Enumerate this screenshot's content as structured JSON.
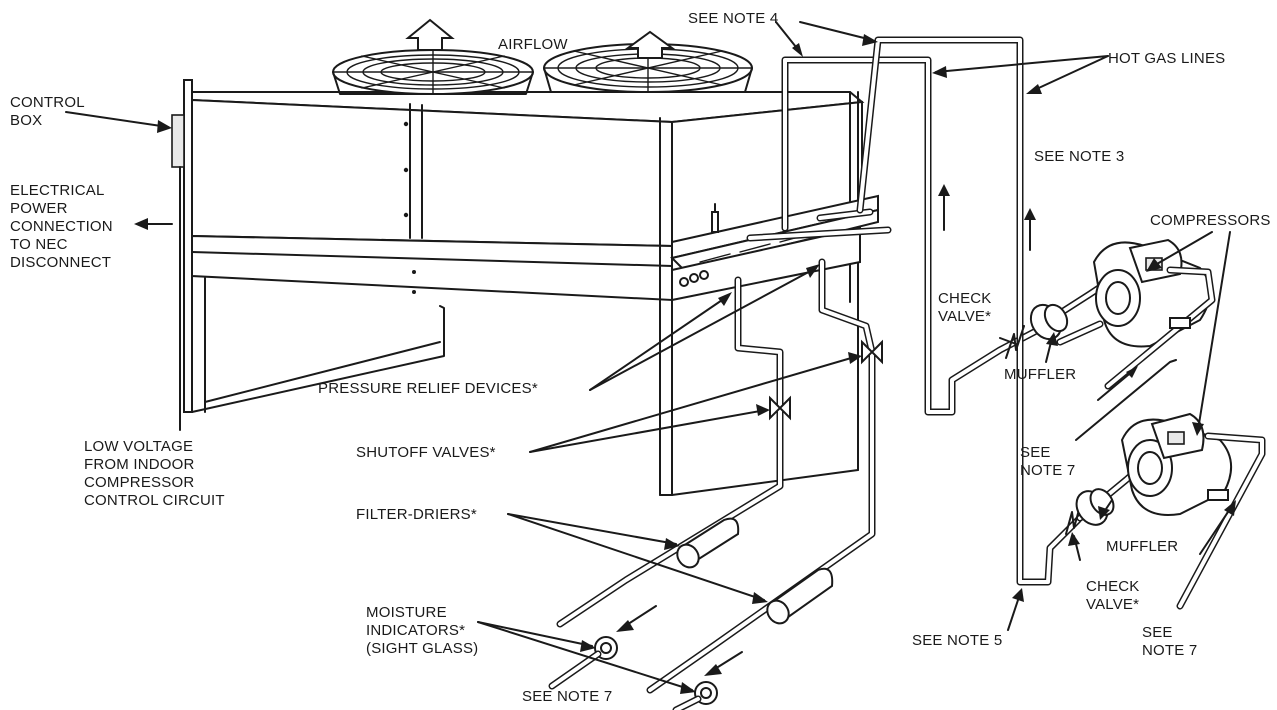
{
  "labels": {
    "airflow": "AIRFLOW",
    "control_box": "CONTROL\nBOX",
    "electrical_power": "ELECTRICAL\nPOWER\nCONNECTION\nTO NEC\nDISCONNECT",
    "low_voltage": "LOW VOLTAGE\nFROM INDOOR\nCOMPRESSOR\nCONTROL CIRCUIT",
    "see_note_4": "SEE NOTE 4",
    "hot_gas_lines": "HOT GAS LINES",
    "see_note_3": "SEE NOTE 3",
    "compressors": "COMPRESSORS",
    "check_valve_upper": "CHECK\nVALVE*",
    "muffler_upper": "MUFFLER",
    "pressure_relief": "PRESSURE RELIEF DEVICES*",
    "shutoff_valves": "SHUTOFF VALVES*",
    "filter_driers": "FILTER-DRIERS*",
    "moisture_indicators": "MOISTURE\nINDICATORS*\n(SIGHT GLASS)",
    "see_note_7_bottom": "SEE NOTE 7",
    "see_note_7_mid": "SEE\nNOTE 7",
    "muffler_lower": "MUFFLER",
    "check_valve_lower": "CHECK\nVALVE*",
    "see_note_5": "SEE NOTE 5",
    "see_note_7_right": "SEE\nNOTE 7"
  }
}
